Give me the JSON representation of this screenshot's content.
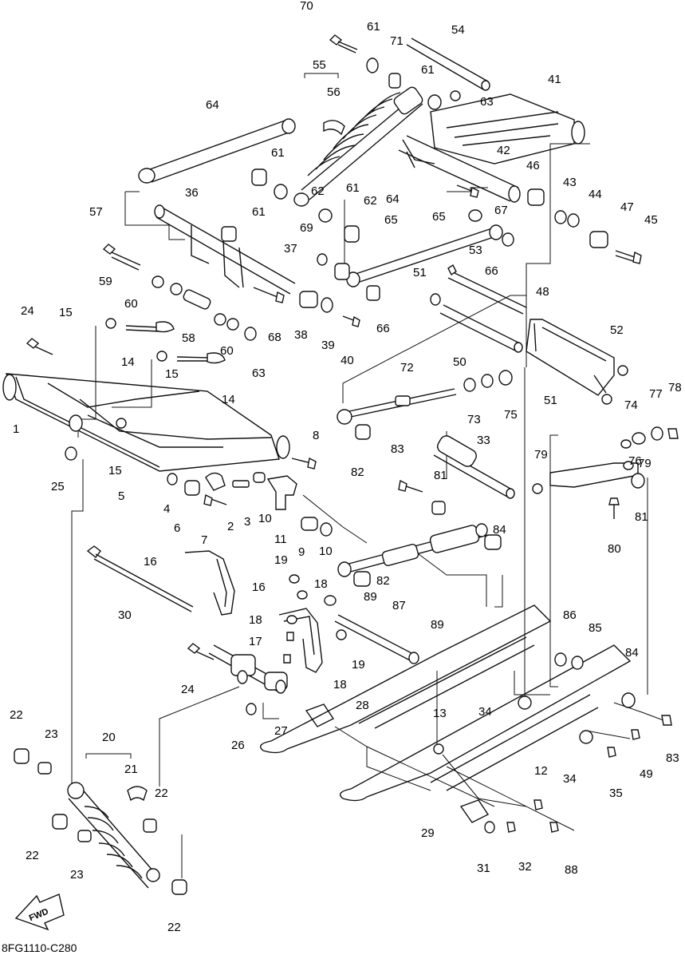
{
  "diagram_code": "8FG1110-C280",
  "fwd_label": "FWD",
  "part_labels": [
    "70",
    "61",
    "71",
    "54",
    "55",
    "56",
    "61",
    "63",
    "41",
    "64",
    "61",
    "61",
    "62",
    "42",
    "46",
    "43",
    "44",
    "47",
    "45",
    "57",
    "36",
    "62",
    "61",
    "65",
    "67",
    "69",
    "65",
    "64",
    "66",
    "37",
    "59",
    "60",
    "58",
    "68",
    "38",
    "39",
    "40",
    "66",
    "51",
    "53",
    "48",
    "24",
    "15",
    "14",
    "60",
    "63",
    "15",
    "14",
    "52",
    "50",
    "72",
    "1",
    "73",
    "75",
    "51",
    "74",
    "77",
    "78",
    "25",
    "15",
    "5",
    "8",
    "82",
    "83",
    "33",
    "79",
    "76",
    "79",
    "4",
    "6",
    "7",
    "2",
    "3",
    "10",
    "11",
    "81",
    "81",
    "9",
    "10",
    "84",
    "80",
    "16",
    "19",
    "18",
    "16",
    "82",
    "89",
    "87",
    "30",
    "18",
    "17",
    "19",
    "89",
    "86",
    "85",
    "24",
    "18",
    "84",
    "34",
    "28",
    "26",
    "27",
    "13",
    "22",
    "23",
    "20",
    "21",
    "22",
    "12",
    "34",
    "49",
    "83",
    "35",
    "29",
    "31",
    "32",
    "88",
    "22",
    "23",
    "22"
  ]
}
